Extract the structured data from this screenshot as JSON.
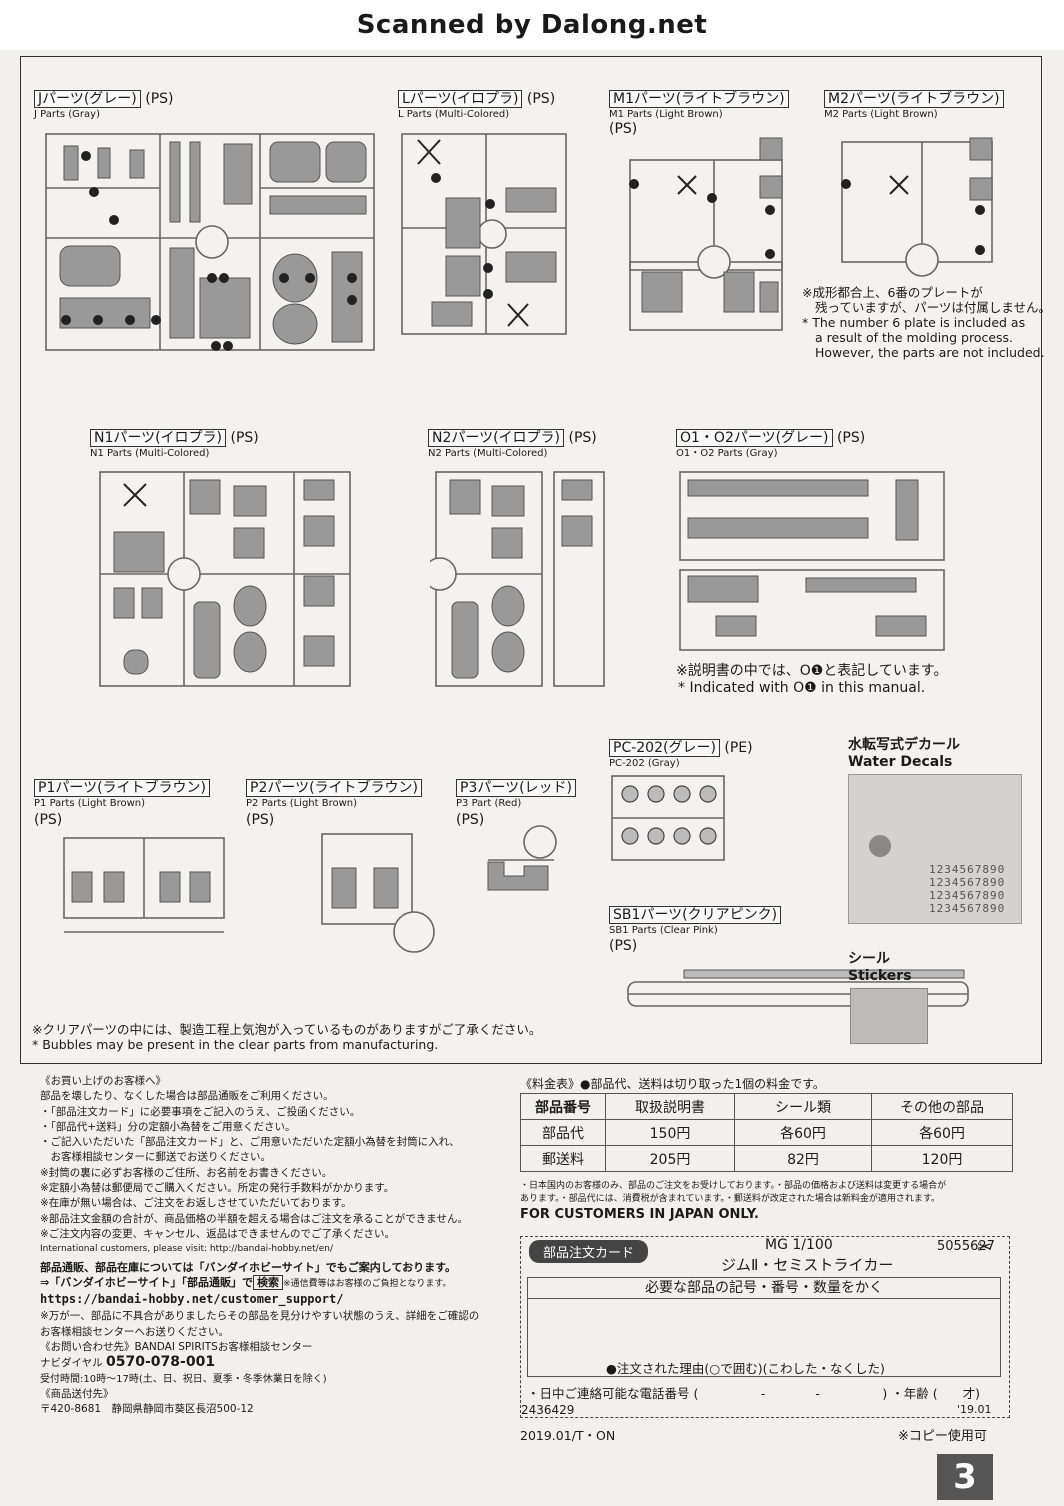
{
  "banner": "Scanned by Dalong.net",
  "parts": {
    "J": {
      "jp": "Jパーツ(グレー)",
      "mat": "(PS)",
      "en": "J Parts (Gray)"
    },
    "L": {
      "jp": "Lパーツ(イロプラ)",
      "mat": "(PS)",
      "en": "L Parts (Multi-Colored)"
    },
    "M1": {
      "jp": "M1パーツ(ライトブラウン)",
      "mat": "(PS)",
      "en": "M1 Parts (Light Brown)"
    },
    "M2": {
      "jp": "M2パーツ(ライトブラウン)",
      "en": "M2 Parts (Light Brown)"
    },
    "N1": {
      "jp": "N1パーツ(イロプラ)",
      "mat": "(PS)",
      "en": "N1 Parts (Multi-Colored)"
    },
    "N2": {
      "jp": "N2パーツ(イロプラ)",
      "mat": "(PS)",
      "en": "N2 Parts (Multi-Colored)"
    },
    "O": {
      "jp": "O1・O2パーツ(グレー)",
      "mat": "(PS)",
      "en": "O1・O2 Parts (Gray)"
    },
    "PC": {
      "jp": "PC-202(グレー)",
      "mat": "(PE)",
      "en": "PC-202 (Gray)"
    },
    "P1": {
      "jp": "P1パーツ(ライトブラウン)",
      "mat": "(PS)",
      "en": "P1 Parts (Light Brown)"
    },
    "P2": {
      "jp": "P2パーツ(ライトブラウン)",
      "mat": "(PS)",
      "en": "P2 Parts (Light Brown)"
    },
    "P3": {
      "jp": "P3パーツ(レッド)",
      "mat": "(PS)",
      "en": "P3 Part (Red)"
    },
    "SB1": {
      "jp": "SB1パーツ(クリアピンク)",
      "mat": "(PS)",
      "en": "SB1 Parts (Clear Pink)"
    }
  },
  "notes": {
    "m_jp1": "※成形都合上、6番のプレートが",
    "m_jp2": "残っていますが、パーツは付属しません。",
    "m_en1": "* The number 6 plate is included as",
    "m_en2": "a result of the molding process.",
    "m_en3": "However, the parts are not included.",
    "o_jp": "※説明書の中では、O❶と表記しています。",
    "o_en": "* Indicated with O❶ in this manual.",
    "clear_jp": "※クリアパーツの中には、製造工程上気泡が入っているものがありますがご了承ください。",
    "clear_en": "* Bubbles may be present in the clear parts from manufacturing."
  },
  "decals": {
    "jp": "水転写式デカール",
    "en": "Water Decals",
    "digits": "1234567890"
  },
  "stickers": {
    "jp": "シール",
    "en": "Stickers"
  },
  "customer": [
    "《お買い上げのお客様へ》",
    "部品を壊したり、なくした場合は部品通販をご利用ください。",
    "・「部品注文カード」に必要事項をご記入のうえ、ご投函ください。",
    "・「部品代+送料」分の定額小為替をご用意ください。",
    "・ご記入いただいた「部品注文カード」と、ご用意いただいた定額小為替を封筒に入れ、",
    "　お客様相談センターに郵送でお送りください。",
    "※封筒の裏に必ずお客様のご住所、お名前をお書きください。",
    "※定額小為替は郵便局でご購入ください。所定の発行手数料がかかります。",
    "※在庫が無い場合は、ご注文をお返しさせていただいております。",
    "※部品注文金額の合計が、商品価格の半額を超える場合はご注文を承ることができません。",
    "※ご注文内容の変更、キャンセル、返品はできませんのでご了承ください。",
    "International customers, please visit: http://bandai-hobby.net/en/",
    "部品通販、部品在庫については「バンダイホビーサイト」でもご案内しております。",
    "⇒「バンダイホビーサイト」「部品通販」で",
    "検索",
    "※通信費等はお客様のご負担となります。",
    "https://bandai-hobby.net/customer_support/",
    "※万が一、部品に不具合がありましたらその部品を見分けやすい状態のうえ、詳細をご確認の",
    "お客様相談センターへお送りください。",
    "《お問い合わせ先》BANDAI SPIRITSお客様相談センター",
    "ナビダイヤル",
    "0570-078-001",
    "受付時間:10時〜17時(土、日、祝日、夏季・冬季休業日を除く)",
    "《商品送付先》",
    "〒420-8681　静岡県静岡市葵区長沼500-12"
  ],
  "fees": {
    "title": "《料金表》●部品代、送料は切り取った1個の料金です。",
    "headers": [
      "部品番号",
      "取扱説明書",
      "シール類",
      "その他の部品"
    ],
    "rows": [
      [
        "部品代",
        "150円",
        "各60円",
        "各60円"
      ],
      [
        "郵送料",
        "205円",
        "82円",
        "120円"
      ]
    ],
    "fine1": "・日本国内のお客様のみ、部品のご注文をお受けしております。・部品の価格および送料は変更する場合が",
    "fine2": "あります。・部品代には、消費税が含まれています。・郵送料が改定された場合は新料金が適用されます。",
    "japan_only": "FOR CUSTOMERS IN JAPAN ONLY."
  },
  "card": {
    "label": "部品注文カード",
    "line": "MG 1/100",
    "product": "ジムⅡ・セミストライカー",
    "code": "5055627",
    "instruction": "必要な部品の記号・番号・数量をかく",
    "reason": "●注文された理由(○で囲む)(こわした・なくした)",
    "phone": "・日中ご連絡可能な電話番号 (　　　　　-　　　　-　　　　　) ・年齢 (　　才)",
    "serial": "2436429",
    "date": "'19.01"
  },
  "footer": {
    "left": "2019.01/T・ON",
    "right": "※コピー使用可"
  },
  "page_number": "3"
}
